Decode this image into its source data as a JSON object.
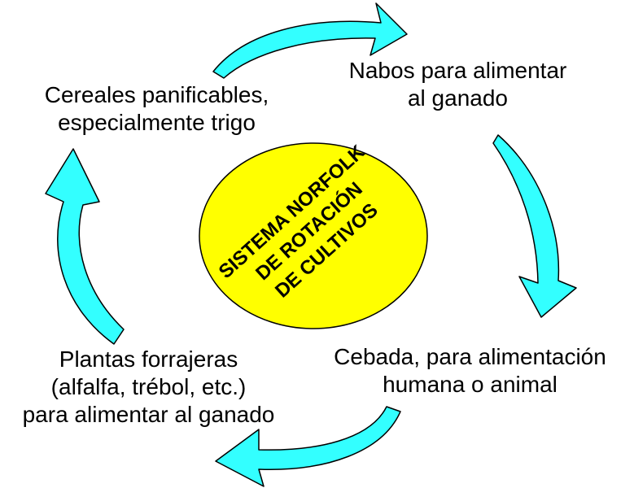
{
  "center": {
    "lines": [
      "SISTEMA NORFOLK",
      "DE ROTACIÓN",
      "DE CULTIVOS"
    ],
    "fill": "#ffff00",
    "stroke": "#000000"
  },
  "stages": {
    "top_left": [
      "Cereales panificables,",
      "especialmente trigo"
    ],
    "top_right": [
      "Nabos para alimentar",
      "al ganado"
    ],
    "bottom_right": [
      "Cebada, para alimentación",
      "humana o animal"
    ],
    "bottom_left": [
      "Plantas forrajeras",
      "(alfalfa, trébol, etc.)",
      "para alimentar al ganado"
    ]
  },
  "arrows": {
    "fill": "#33ffff",
    "stroke": "#000000",
    "directions": [
      "top-left-to-top-right",
      "top-right-to-bottom-right",
      "bottom-right-to-bottom-left",
      "bottom-left-to-top-left"
    ]
  }
}
